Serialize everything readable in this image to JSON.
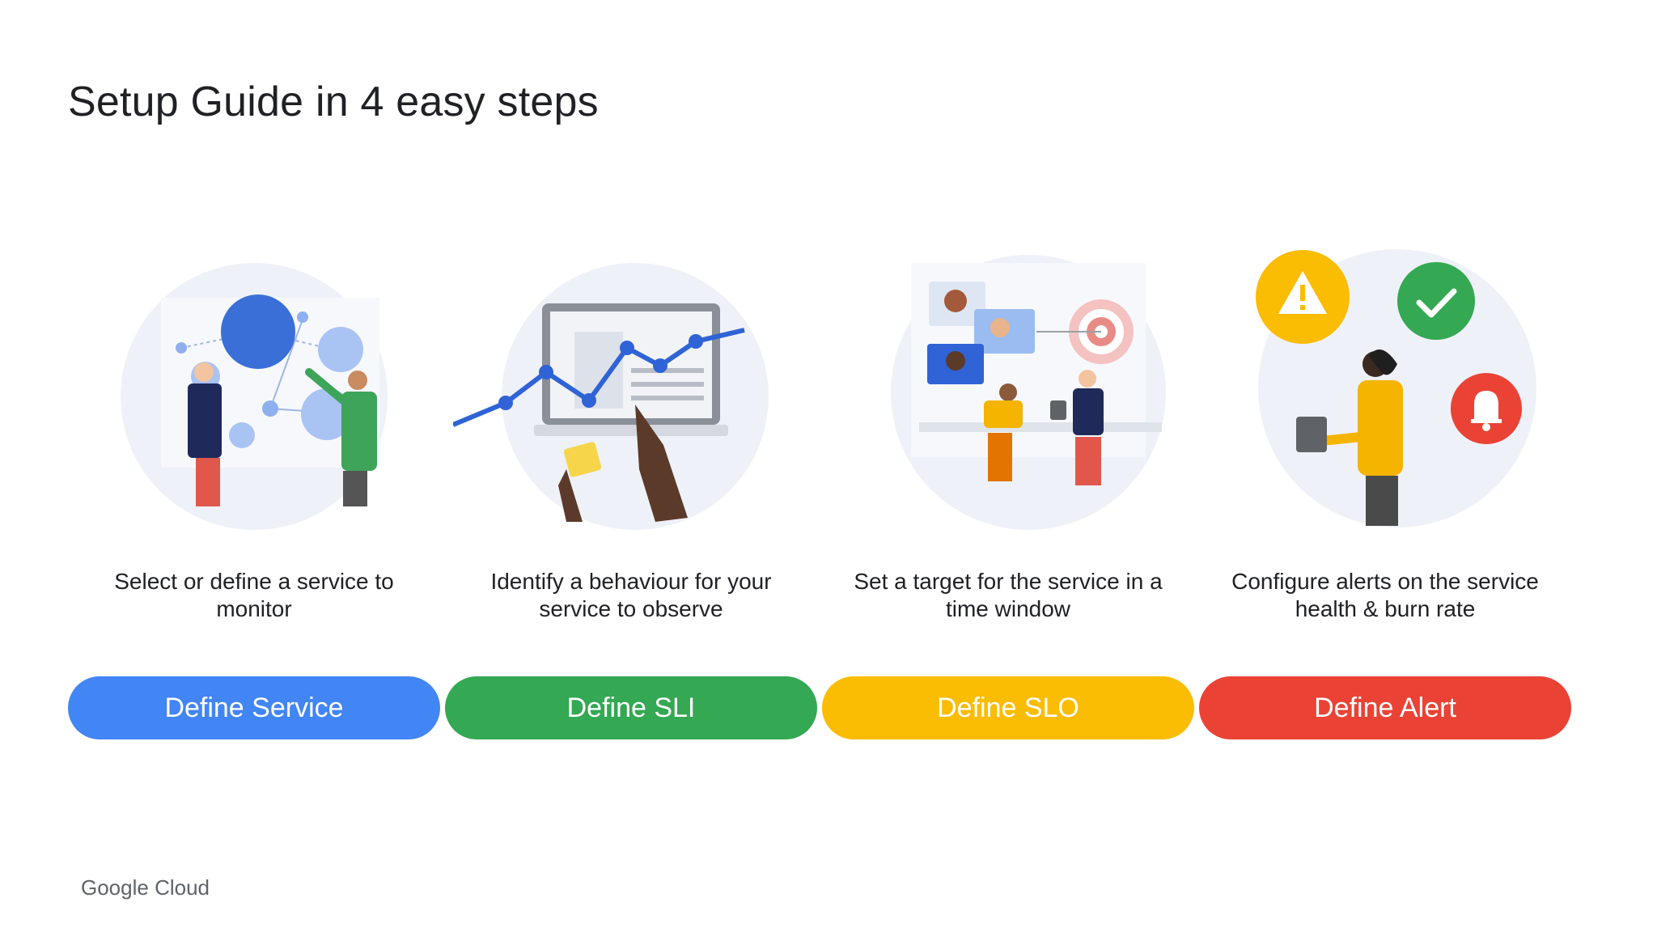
{
  "page": {
    "title": "Setup Guide in 4 easy steps"
  },
  "steps": [
    {
      "description": "Select or define a service to monitor",
      "button_label": "Define Service",
      "color": "#4285f4"
    },
    {
      "description": "Identify a behaviour for your service to observe",
      "button_label": "Define SLI",
      "color": "#34a853"
    },
    {
      "description": "Set a target for the service in a time window",
      "button_label": "Define SLO",
      "color": "#fbbc04"
    },
    {
      "description": "Configure alerts on the service health & burn rate",
      "button_label": "Define Alert",
      "color": "#ea4335"
    }
  ],
  "footer": {
    "brand_google": "Google",
    "brand_cloud": "Cloud"
  }
}
